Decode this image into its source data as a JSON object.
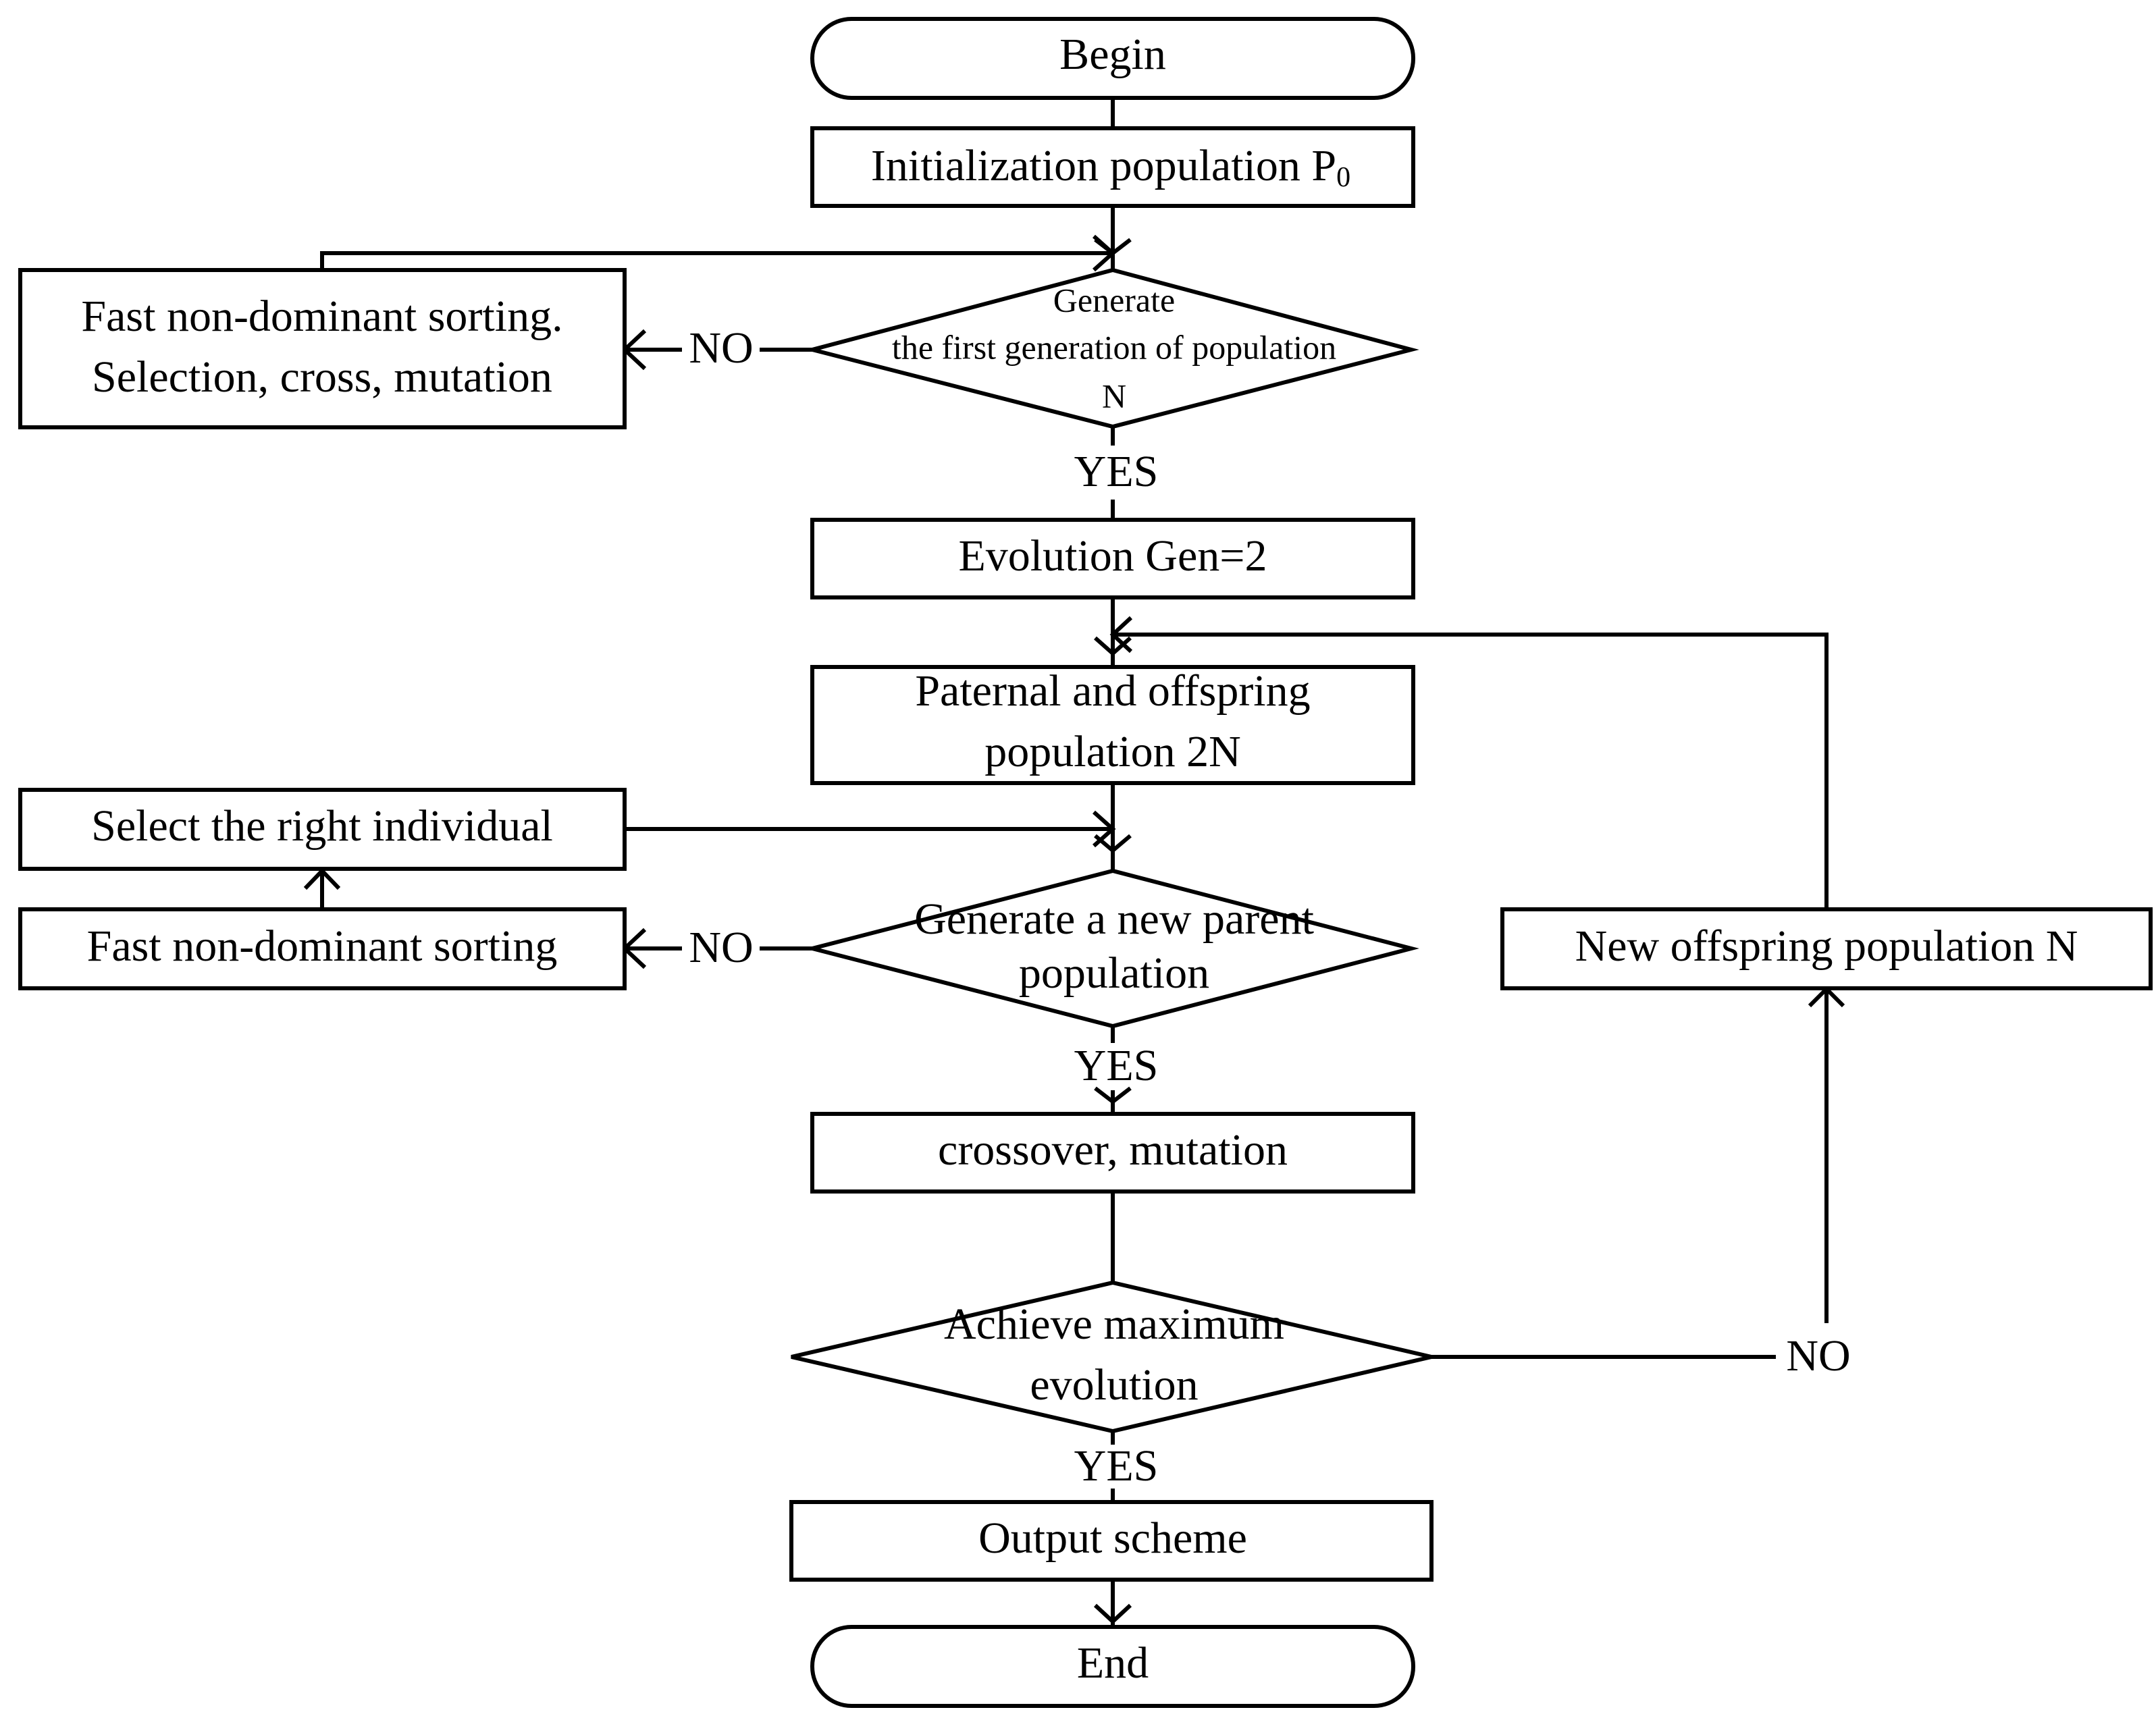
{
  "nodes": {
    "begin": "Begin",
    "init": "Initialization population P",
    "init_sub": "0",
    "generate_first": [
      "Generate",
      "the first generation of population",
      "N"
    ],
    "fast_sort_select": [
      "Fast non-dominant sorting.",
      "Selection, cross, mutation"
    ],
    "evolution_gen": "Evolution Gen=2",
    "paternal_offspring": [
      "Paternal and offspring",
      "population 2N"
    ],
    "select_right": "Select the right individual",
    "generate_parent": [
      "Generate a new parent",
      "population"
    ],
    "fast_sort": "Fast non-dominant sorting",
    "new_offspring": "New offspring population N",
    "crossover_mutation": "crossover, mutation",
    "achieve_max": [
      "Achieve maximum",
      "evolution"
    ],
    "output_scheme": "Output scheme",
    "end": "End"
  },
  "labels": {
    "no_1": "NO",
    "yes_1": "YES",
    "no_2": "NO",
    "yes_2": "YES",
    "no_3": "NO",
    "yes_3": "YES"
  }
}
